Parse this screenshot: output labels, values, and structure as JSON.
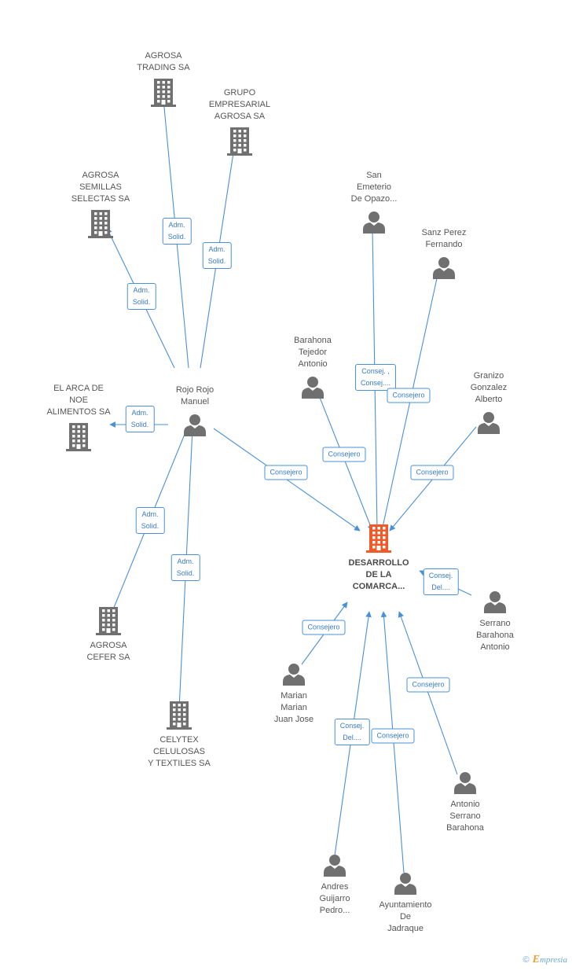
{
  "colors": {
    "edge": "#4a90d9",
    "company": "#707070",
    "company_center": "#f05a28",
    "person": "#707070",
    "label_text": "#555555",
    "relation_text": "#3a7bc8",
    "relation_border": "#4a90d9"
  },
  "nodes": [
    {
      "id": "agrosa_trading",
      "type": "company",
      "label": "AGROSA\nTRADING SA",
      "label_pos": "above"
    },
    {
      "id": "grupo_agrosa",
      "type": "company",
      "label": "GRUPO\nEMPRESARIAL\nAGROSA SA",
      "label_pos": "above"
    },
    {
      "id": "agrosa_semillas",
      "type": "company",
      "label": "AGROSA\nSEMILLAS\nSELECTAS SA",
      "label_pos": "above"
    },
    {
      "id": "el_arca",
      "type": "company",
      "label": "EL ARCA DE\nNOE\nALIMENTOS SA",
      "label_pos": "above"
    },
    {
      "id": "rojo",
      "type": "person",
      "label": "Rojo Rojo\nManuel",
      "label_pos": "above"
    },
    {
      "id": "agrosa_cefer",
      "type": "company",
      "label": "AGROSA\nCEFER SA",
      "label_pos": "below"
    },
    {
      "id": "celytex",
      "type": "company",
      "label": "CELYTEX\nCELULOSAS\nY TEXTILES SA",
      "label_pos": "below"
    },
    {
      "id": "san_emeterio",
      "type": "person",
      "label": "San\nEmeterio\nDe Opazo...",
      "label_pos": "above"
    },
    {
      "id": "sanz_perez",
      "type": "person",
      "label": "Sanz Perez\nFernando",
      "label_pos": "above"
    },
    {
      "id": "barahona_tejedor",
      "type": "person",
      "label": "Barahona\nTejedor\nAntonio",
      "label_pos": "above"
    },
    {
      "id": "granizo",
      "type": "person",
      "label": "Granizo\nGonzalez\nAlberto",
      "label_pos": "above"
    },
    {
      "id": "center",
      "type": "company_center",
      "label": "DESARROLLO\nDE LA\nCOMARCA...",
      "label_pos": "below"
    },
    {
      "id": "serrano_barahona",
      "type": "person",
      "label": "Serrano\nBarahona\nAntonio",
      "label_pos": "below"
    },
    {
      "id": "marian",
      "type": "person",
      "label": "Marian\nMarian\nJuan Jose",
      "label_pos": "below"
    },
    {
      "id": "antonio_serrano",
      "type": "person",
      "label": "Antonio\nSerrano\nBarahona",
      "label_pos": "below"
    },
    {
      "id": "andres",
      "type": "person",
      "label": "Andres\nGuijarro\nPedro...",
      "label_pos": "below"
    },
    {
      "id": "ayuntamiento",
      "type": "person",
      "label": "Ayuntamiento\nDe\nJadraque",
      "label_pos": "below"
    }
  ],
  "relations": [
    {
      "label": "Adm.\nSolid."
    },
    {
      "label": "Adm.\nSolid."
    },
    {
      "label": "Adm.\nSolid."
    },
    {
      "label": "Adm.\nSolid."
    },
    {
      "label": "Adm.\nSolid."
    },
    {
      "label": "Adm.\nSolid."
    },
    {
      "label": "Consejero"
    },
    {
      "label": "Consej. ,\nConsej...."
    },
    {
      "label": "Consejero"
    },
    {
      "label": "Consejero"
    },
    {
      "label": "Consejero"
    },
    {
      "label": "Consej.\nDel...."
    },
    {
      "label": "Consejero"
    },
    {
      "label": "Consejero"
    },
    {
      "label": "Consej.\nDel...."
    },
    {
      "label": "Consejero"
    }
  ],
  "footer": {
    "copyright": "©",
    "brand_initial": "E",
    "brand_rest": "mpresia"
  }
}
